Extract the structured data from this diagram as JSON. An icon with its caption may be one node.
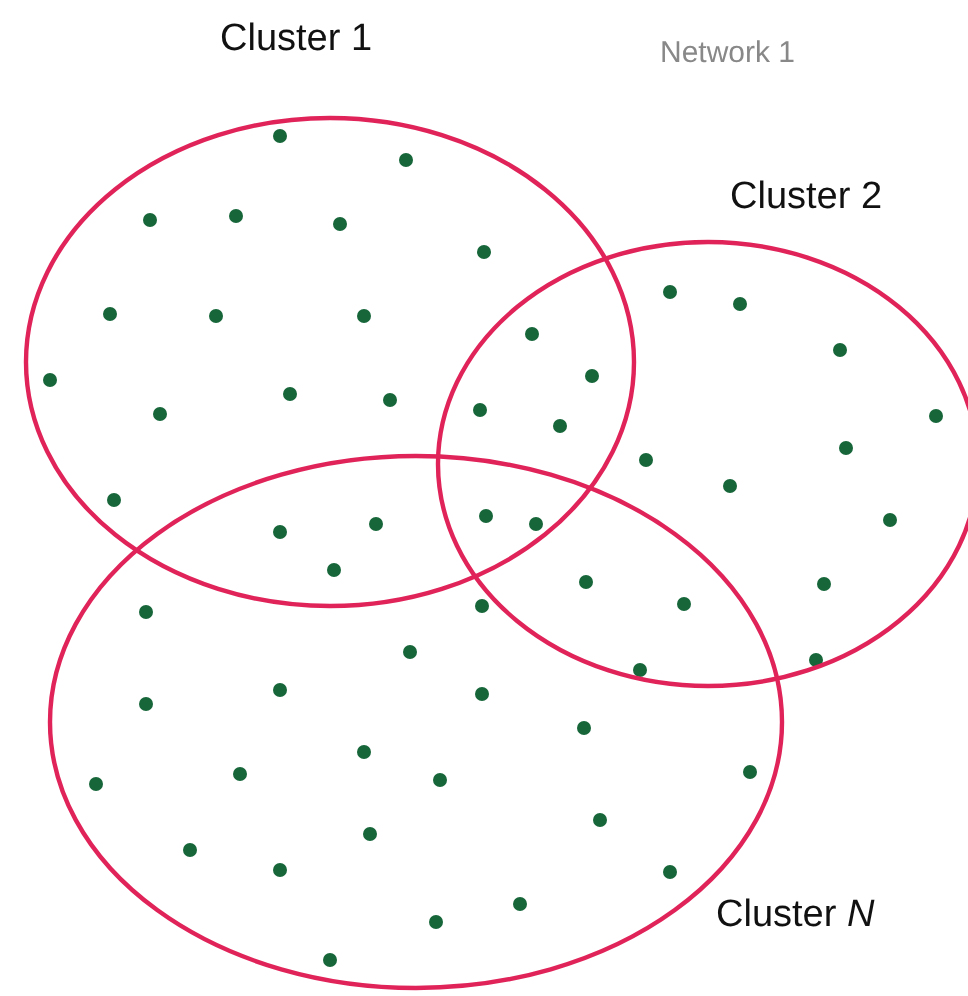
{
  "diagram": {
    "nodes": [
      {
        "text": [
          "Cluster 1"
        ]
      },
      {
        "text": [
          "Cluster 2"
        ]
      },
      {
        "text": [
          "Cluster *N*"
        ]
      }
    ],
    "labels": [
      "Network 1"
    ]
  }
}
